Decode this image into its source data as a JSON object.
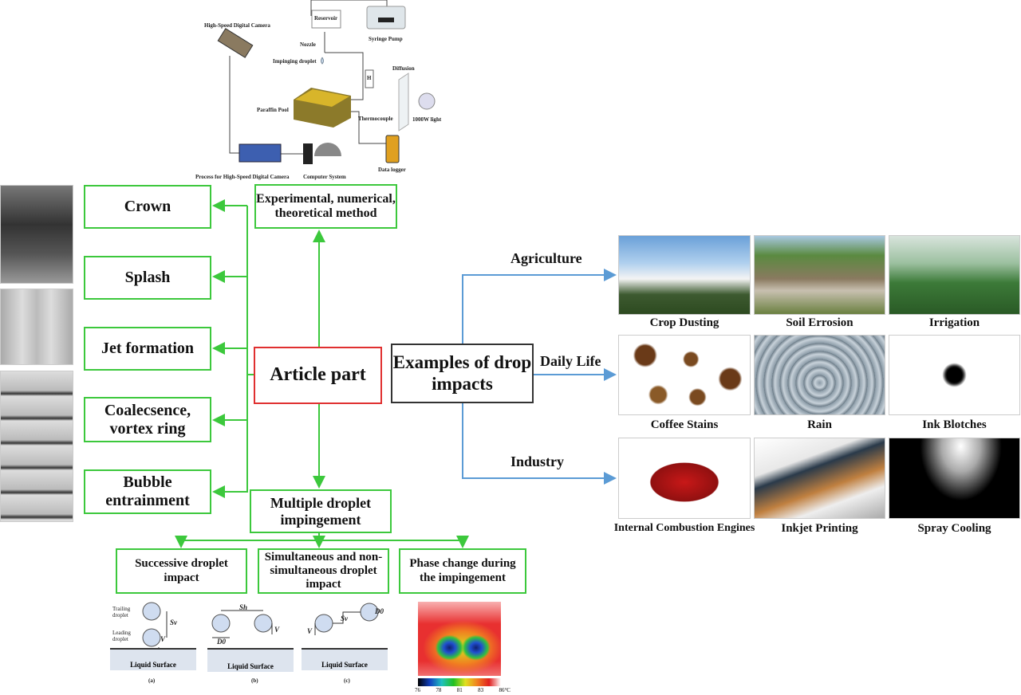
{
  "setup": {
    "camera": "High-Speed Digital Camera",
    "reservoir": "Reservoir",
    "pump": "Syringe Pump",
    "nozzle": "Nozzle",
    "droplet": "Impinging droplet",
    "h": "H",
    "diffusion": "Diffusion",
    "light": "1000W light",
    "pool": "Paraffin Pool",
    "thermocouple": "Thermocouple",
    "processor": "Process for High-Speed Digital Camera",
    "computer": "Computer System",
    "logger": "Data logger"
  },
  "phenomena": [
    "Crown",
    "Splash",
    "Jet formation",
    "Coalecsence, vortex ring",
    "Bubble entrainment"
  ],
  "method": "Experimental, numerical, theoretical method",
  "article": "Article part",
  "multiple": "Multiple droplet impingement",
  "sub": [
    "Successive droplet impact",
    "Simultaneous and non-simultaneous droplet impact",
    "Phase change during the impingement"
  ],
  "schem": {
    "trailing": "Trailing droplet",
    "leading": "Leading droplet",
    "surface": "Liquid Surface",
    "a": "(a)",
    "b": "(b)",
    "c": "(c)",
    "sv": "Sv",
    "sh": "Sh",
    "d0": "D0",
    "v": "V"
  },
  "colorbar": [
    "76",
    "78",
    "81",
    "83",
    "86°C"
  ],
  "examples": "Examples of drop impacts",
  "categories": [
    "Agriculture",
    "Daily Life",
    "Industry"
  ],
  "captions": [
    [
      "Crop Dusting",
      "Soil Errosion",
      "Irrigation"
    ],
    [
      "Coffee Stains",
      "Rain",
      "Ink Blotches"
    ],
    [
      "Internal Combustion Engines",
      "Inkjet Printing",
      "Spray Cooling"
    ]
  ],
  "colors": {
    "green": "#3cc83c",
    "red": "#e03030",
    "blue": "#5b9bd5"
  }
}
